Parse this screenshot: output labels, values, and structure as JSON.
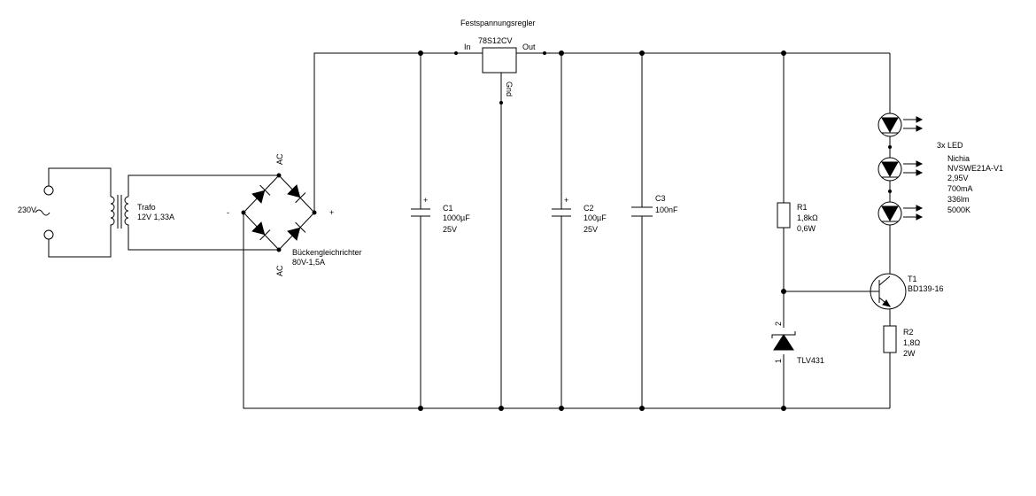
{
  "transformer": {
    "input_label": "230V",
    "name": "Trafo",
    "value": "12V 1,33A"
  },
  "rectifier": {
    "ac_top": "AC",
    "ac_bottom": "AC",
    "minus": "-",
    "plus": "+",
    "name": "Bückengleichrichter",
    "value": "80V-1,5A"
  },
  "regulator": {
    "title": "Festspannungsregler",
    "part": "78S12CV",
    "pin_in": "In",
    "pin_out": "Out",
    "pin_gnd": "Gnd"
  },
  "c1": {
    "name": "C1",
    "value": "1000µF",
    "voltage": "25V",
    "polarity": "+"
  },
  "c2": {
    "name": "C2",
    "value": "100µF",
    "voltage": "25V",
    "polarity": "+"
  },
  "c3": {
    "name": "C3",
    "value": "100nF"
  },
  "r1": {
    "name": "R1",
    "value": "1,8kΩ",
    "power": "0,6W"
  },
  "r2": {
    "name": "R2",
    "value": "1,8Ω",
    "power": "2W"
  },
  "zener": {
    "part": "TLV431",
    "pin2": "2",
    "pin1": "1"
  },
  "transistor": {
    "name": "T1",
    "part": "BD139-16"
  },
  "leds": {
    "count": "3x LED",
    "brand": "Nichia",
    "part": "NVSWE21A-V1",
    "voltage": "2,95V",
    "current": "700mA",
    "flux": "336lm",
    "cct": "5000K"
  }
}
